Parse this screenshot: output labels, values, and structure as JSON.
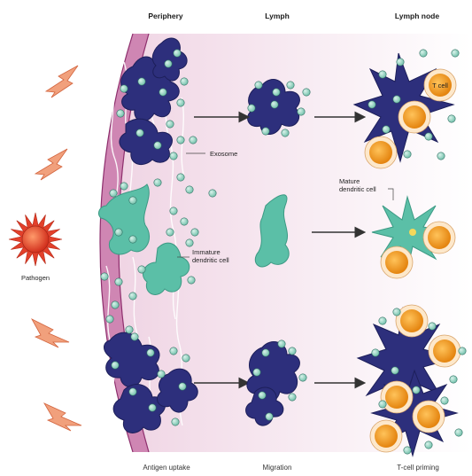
{
  "headers": {
    "periphery": "Periphery",
    "lymph": "Lymph",
    "lymph_node": "Lymph node"
  },
  "footers": {
    "antigen_uptake": "Antigen uptake",
    "migration": "Migration",
    "tcell_priming": "T-cell priming"
  },
  "labels": {
    "pathogen": "Pathogen",
    "exosome": "Exosome",
    "immature_line1": "Immature",
    "immature_line2": "dendritic cell",
    "mature_line1": "Mature",
    "mature_line2": "dendritic cell",
    "tcell": "T cell"
  },
  "colors": {
    "tissue_edge": "#b04a8a",
    "tissue_fill": "#f3dcea",
    "navy_cell": "#2d2f7c",
    "teal_cell": "#5bbfa7",
    "exosome": "#8fd1c0",
    "tcell": "#f0951f",
    "pathogen": "#e2402b",
    "lightning": "#f1a07c",
    "arrow": "#333333"
  },
  "icons": [
    "lightning-icon",
    "pathogen-icon",
    "arrow-icon"
  ]
}
